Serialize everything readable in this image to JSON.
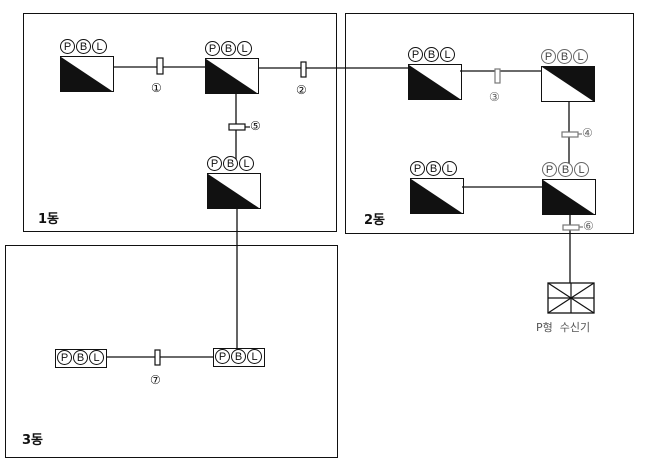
{
  "zones": [
    {
      "id": "building-1",
      "label": "1동"
    },
    {
      "id": "building-2",
      "label": "2동"
    },
    {
      "id": "building-3",
      "label": "3동"
    }
  ],
  "panel_indicator_labels": [
    "P",
    "B",
    "L"
  ],
  "markers": [
    "①",
    "②",
    "③",
    "④",
    "⑤",
    "⑥",
    "⑦"
  ],
  "receiver": {
    "label": "P형  수신기"
  }
}
